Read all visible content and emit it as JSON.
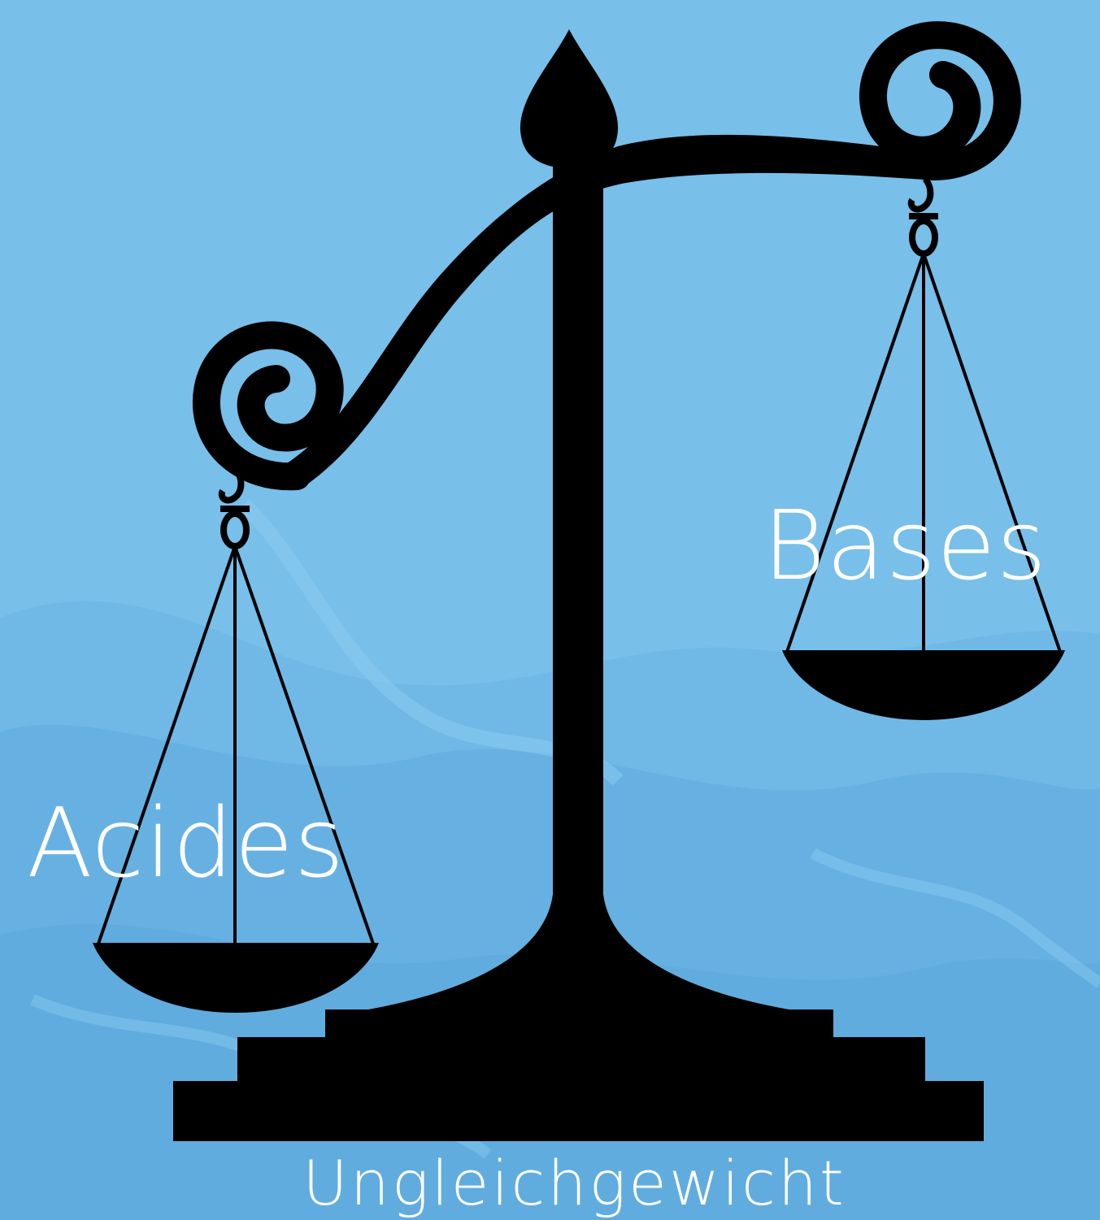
{
  "labels": {
    "right_pan": "Bases",
    "left_pan": "Acides",
    "caption": "Ungleichgewicht"
  },
  "colors": {
    "background": "#78bfea",
    "background_wave": "#5ea9db",
    "background_highlight": "#8ccdf2",
    "silhouette": "#000000",
    "text": "#ffffff"
  },
  "icons": {
    "scale": "balance-scale-icon"
  }
}
